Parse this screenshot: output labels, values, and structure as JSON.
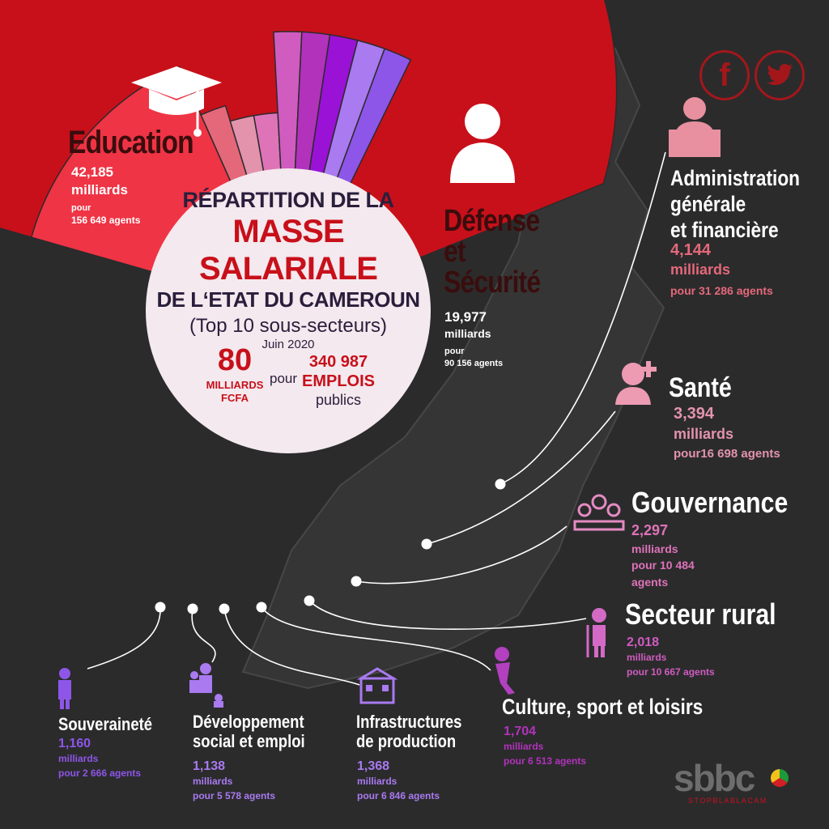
{
  "chart_data": {
    "type": "pie",
    "title_line1": "RÉPARTITION DE LA",
    "title_line2": "MASSE SALARIALE",
    "title_line3": "DE L‘ETAT DU CAMEROUN",
    "subtitle": "(Top 10 sous-secteurs)",
    "date": "Juin 2020",
    "total_amount": "80",
    "total_amount_unit1": "MILLIARDS",
    "total_amount_unit2": "FCFA",
    "total_pour": "pour",
    "total_jobs": "340 987",
    "total_jobs_unit1": "EMPLOIS",
    "total_jobs_unit2": "publics",
    "slices": [
      {
        "name": "Education",
        "value": 42.185,
        "value_text": "42,185",
        "unit": "milliards",
        "agents_line1": "pour",
        "agents_line2": "156 649 agents",
        "color": "#c8101a"
      },
      {
        "name": "Défense et Sécurité",
        "name_lines": [
          "Défense",
          "et",
          "Sécurité"
        ],
        "value": 19.977,
        "value_text": "19,977",
        "unit": "milliards",
        "agents_line1": "pour",
        "agents_line2": "90 156 agents",
        "color": "#ef3445"
      },
      {
        "name": "Administration générale et financière",
        "name_lines": [
          "Administration",
          "générale",
          "et financière"
        ],
        "value": 4.144,
        "value_text": "4,144",
        "unit": "milliards",
        "agents": "pour 31 286 agents",
        "color": "#e4687a"
      },
      {
        "name": "Santé",
        "value": 3.394,
        "value_text": "3,394",
        "unit": "milliards",
        "agents": "pour16 698 agents",
        "color": "#e393ac"
      },
      {
        "name": "Gouvernance",
        "value": 2.297,
        "value_text": "2,297",
        "unit": "milliards",
        "agents_line1": "pour  10 484",
        "agents_line2": "agents",
        "color": "#df73b8"
      },
      {
        "name": "Secteur rural",
        "value": 2.018,
        "value_text": "2,018",
        "unit": "milliards",
        "agents": "pour 10 667 agents",
        "color": "#d05cc0"
      },
      {
        "name": "Culture, sport et loisirs",
        "value": 1.704,
        "value_text": "1,704",
        "unit": "milliards",
        "agents": "pour 6 513 agents",
        "color": "#b232bc"
      },
      {
        "name": "Infrastructures de production",
        "name_lines": [
          "Infrastructures",
          "de production"
        ],
        "value": 1.368,
        "value_text": "1,368",
        "unit": "milliards",
        "agents": "pour 6 846 agents",
        "color": "#9a12d6"
      },
      {
        "name": "Développement social et emploi",
        "name_lines": [
          "Développement",
          "social et emploi"
        ],
        "value": 1.138,
        "value_text": "1,138",
        "unit": "milliards",
        "agents": "pour 5 578 agents",
        "color": "#a97af0"
      },
      {
        "name": "Souveraineté",
        "value": 1.16,
        "value_text": "1,160",
        "unit": "milliards",
        "agents": "pour 2 666 agents",
        "color": "#8d56e8"
      }
    ]
  },
  "social": {
    "facebook_icon": "f",
    "twitter_icon": "bird"
  },
  "brand": {
    "logo": "sbbc",
    "tagline": "STOPBLABLACAM"
  }
}
